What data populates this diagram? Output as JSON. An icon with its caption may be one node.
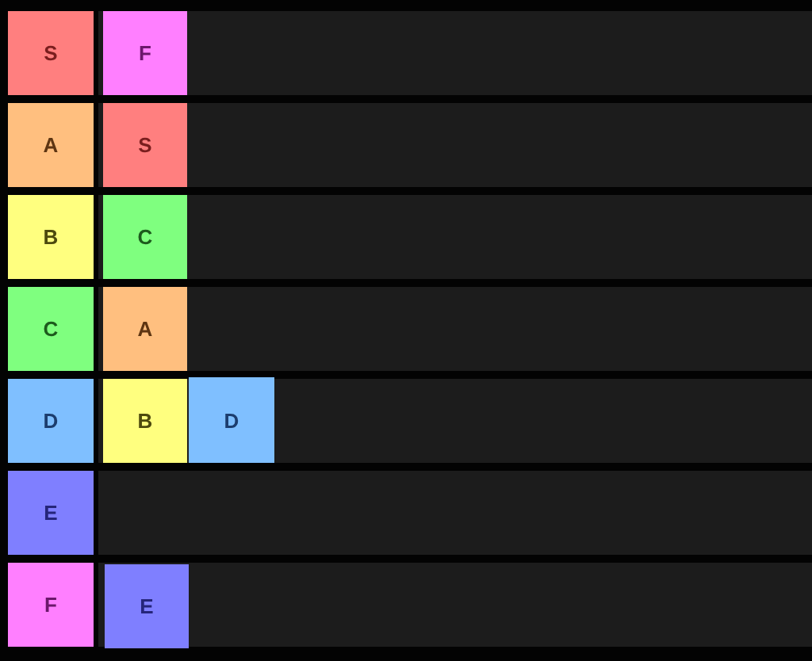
{
  "diagram": {
    "nodes": [
      {
        "text": [
          "S"
        ]
      },
      {
        "text": [],
        "shape": "bar"
      },
      {
        "text": [
          "F"
        ],
        "in": 1
      },
      {
        "text": [
          "A"
        ]
      },
      {
        "text": [],
        "shape": "bar"
      },
      {
        "text": [
          "S"
        ],
        "in": 4
      },
      {
        "text": [
          "B"
        ]
      },
      {
        "text": [],
        "shape": "bar"
      },
      {
        "text": [
          "C"
        ],
        "in": 7
      },
      {
        "text": [
          "C"
        ]
      },
      {
        "text": [],
        "shape": "bar"
      },
      {
        "text": [
          "A"
        ],
        "in": 10
      },
      {
        "text": [
          "D"
        ]
      },
      {
        "text": [],
        "shape": "bar"
      },
      {
        "text": [
          "B"
        ],
        "in": 13
      },
      {
        "text": [
          "D"
        ],
        "in": 13
      },
      {
        "text": [
          "E"
        ]
      },
      {
        "text": [],
        "shape": "bar"
      },
      {
        "text": [
          "F"
        ]
      },
      {
        "text": [],
        "shape": "bar"
      },
      {
        "text": [
          "E"
        ],
        "in": 19
      }
    ]
  }
}
